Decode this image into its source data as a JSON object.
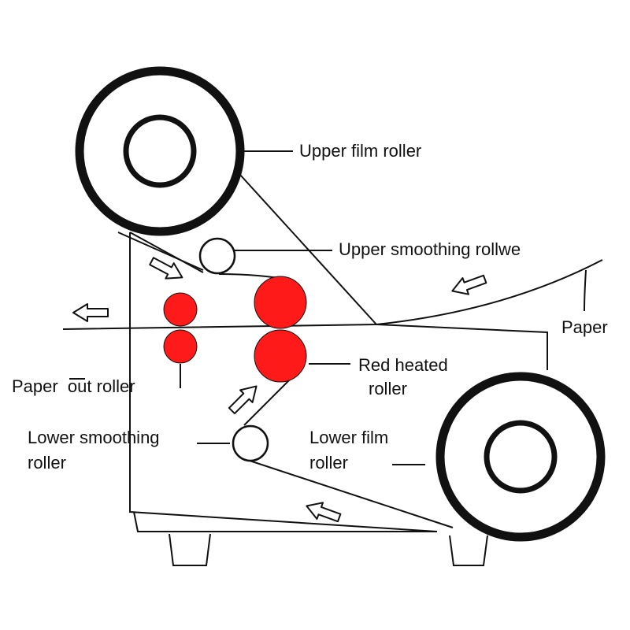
{
  "labels": {
    "upper_film_roller": "Upper film roller",
    "upper_smoothing": "Upper smoothing rollwe",
    "paper": "Paper",
    "paper_out": "Paper  out roller",
    "red_heated_1": "Red heated",
    "red_heated_2": "roller",
    "lower_smoothing_1": "Lower smoothing",
    "lower_smoothing_2": "roller",
    "lower_film_1": "Lower film",
    "lower_film_2": "roller"
  },
  "colors": {
    "heated_roller": "#ff1a1a",
    "outline": "#111111"
  }
}
